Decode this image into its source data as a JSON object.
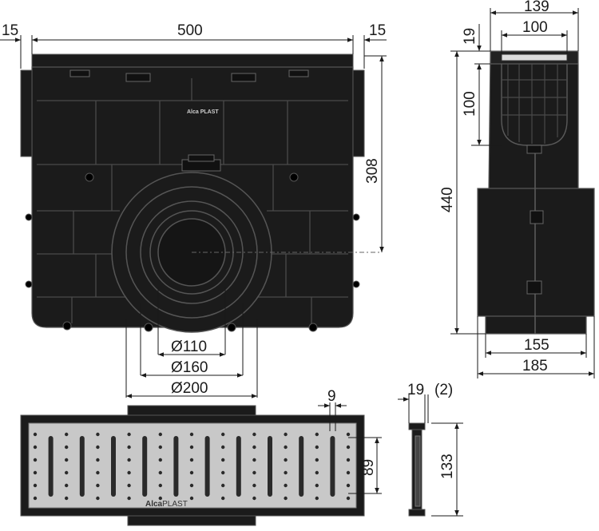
{
  "front_view": {
    "dims": {
      "left_flange": "15",
      "width": "500",
      "right_flange": "15",
      "outlet_height": "308",
      "outlet_d1": "Ø110",
      "outlet_d2": "Ø160",
      "outlet_d3": "Ø200"
    },
    "logo": "Alca PLAST"
  },
  "side_view": {
    "dims": {
      "top_width": "139",
      "inner_width": "100",
      "lip_height": "19",
      "grate_depth": "100",
      "total_height": "440",
      "base_inner": "155",
      "base_outer": "185"
    }
  },
  "grate_view": {
    "dims": {
      "slot_width": "9",
      "grate_width": "89"
    },
    "logo_bold": "Alca",
    "logo_light": "PLAST"
  },
  "grate_section": {
    "dims": {
      "thickness": "19",
      "gap": "(2)",
      "height": "133"
    }
  },
  "colors": {
    "body": "#1b1b1b",
    "line": "#444444",
    "grate": "#c8c8c8",
    "dimension": "#1a1a1a"
  }
}
